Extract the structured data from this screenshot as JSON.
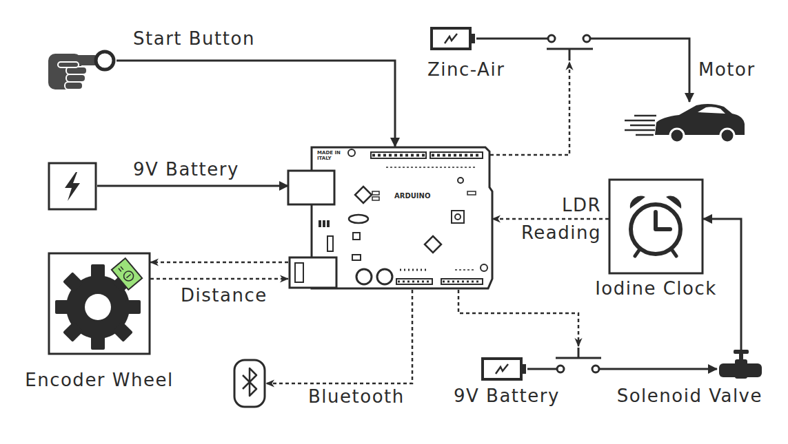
{
  "diagram": {
    "nodes": [
      {
        "text": [
          "Start Button"
        ]
      },
      {
        "text": [
          "Zinc-Air"
        ]
      },
      {
        "text": [
          "Motor"
        ]
      },
      {
        "text": [
          "9V Battery"
        ]
      },
      {
        "text": [
          "MADE IN ITALY",
          "ARDUINO"
        ]
      },
      {
        "text": [
          "Iodine Clock"
        ]
      },
      {
        "text": [
          "Encoder Wheel"
        ]
      },
      {
        "text": [
          "Bluetooth"
        ]
      },
      {
        "text": [
          "9V Battery"
        ]
      },
      {
        "text": [
          "Solenoid Valve"
        ]
      }
    ],
    "edges": [
      {
        "from": 0,
        "to": 4,
        "arrow": "to"
      },
      {
        "from": 1,
        "to": 2,
        "arrow": "to"
      },
      {
        "from": 3,
        "to": 4,
        "arrow": "to"
      },
      {
        "from": 5,
        "to": 4,
        "arrow": "to",
        "label": "LDR Reading"
      },
      {
        "from": 4,
        "to": 6,
        "arrow": "to"
      },
      {
        "from": 6,
        "to": 4,
        "arrow": "to",
        "label": "Distance"
      },
      {
        "from": 4,
        "to": 7,
        "arrow": "to"
      },
      {
        "from": 8,
        "to": 9,
        "arrow": "to"
      },
      {
        "from": 9,
        "to": 5,
        "arrow": "to"
      }
    ]
  }
}
